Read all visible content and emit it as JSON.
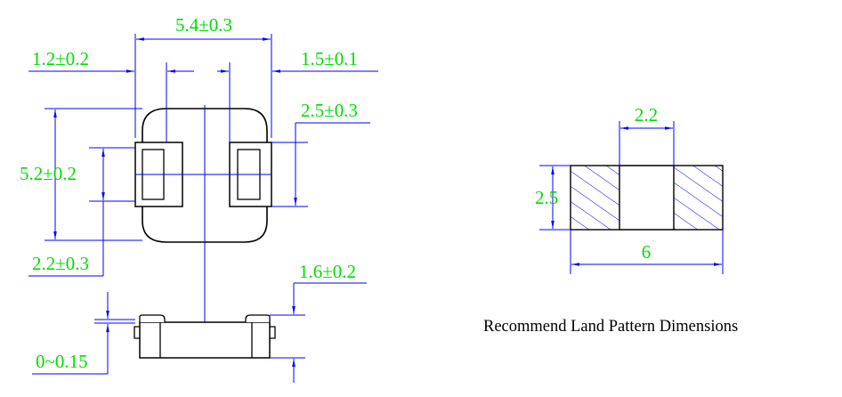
{
  "colors": {
    "dimension_text": "#00dd00",
    "dimension_line": "#0000ff",
    "outline": "#000000",
    "background": "#ffffff"
  },
  "top_view": {
    "dims": {
      "overall_length": "5.4±0.3",
      "left_pad_width": "1.2±0.2",
      "right_pad_width": "1.5±0.1",
      "pad_height": "2.5±0.3",
      "body_width": "5.2±0.2",
      "pad_inner_height": "2.2±0.3"
    }
  },
  "side_view": {
    "dims": {
      "height": "1.6±0.2",
      "standoff": "0~0.15"
    }
  },
  "land_pattern": {
    "caption": "Recommend Land Pattern Dimensions",
    "dims": {
      "gap": "2.2",
      "height": "2.5",
      "length": "6"
    }
  }
}
